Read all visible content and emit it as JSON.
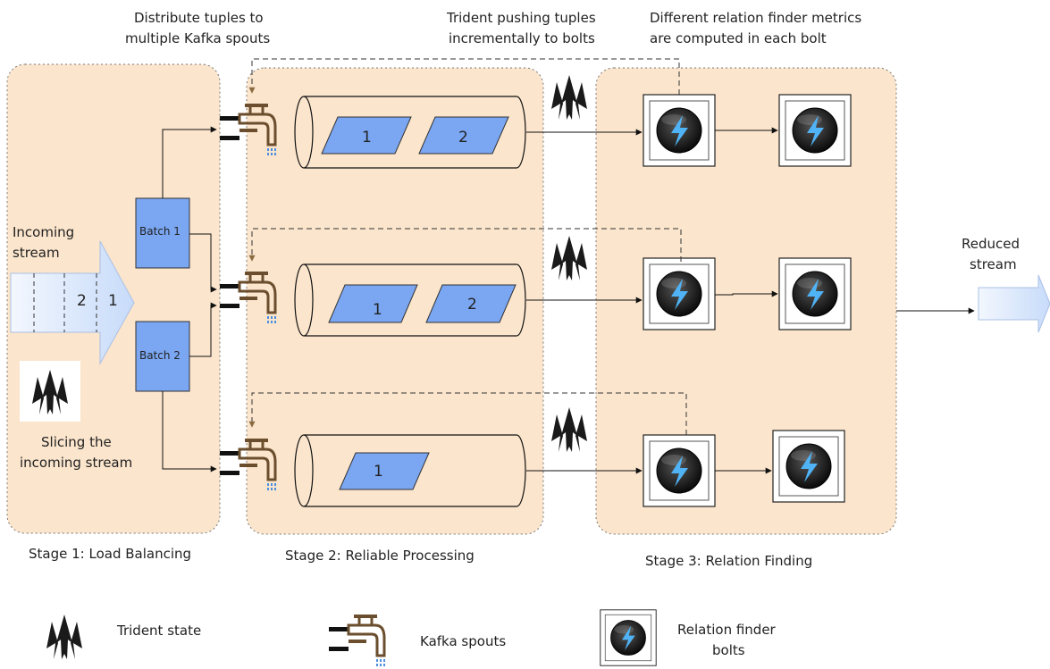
{
  "top_notes": {
    "distribute_line1": "Distribute tuples to",
    "distribute_line2": "multiple Kafka spouts",
    "trident_line1": "Trident pushing tuples",
    "trident_line2": "incrementally to bolts",
    "metrics_line1": "Different relation finder metrics",
    "metrics_line2": "are computed in each bolt"
  },
  "stage1": {
    "incoming_line1": "Incoming",
    "incoming_line2": "stream",
    "slice_2": "2",
    "slice_1": "1",
    "batch1": "Batch 1",
    "batch2": "Batch 2",
    "slicing_line1": "Slicing the",
    "slicing_line2": "incoming stream",
    "caption": "Stage 1: Load Balancing"
  },
  "stage2": {
    "row1": [
      "1",
      "2"
    ],
    "row2": [
      "1",
      "2"
    ],
    "row3": [
      "1"
    ],
    "caption": "Stage 2: Reliable Processing"
  },
  "stage3": {
    "caption": "Stage 3: Relation Finding"
  },
  "output": {
    "reduced_line1": "Reduced",
    "reduced_line2": "stream"
  },
  "legend": {
    "trident": "Trident state",
    "kafka": "Kafka spouts",
    "bolts_line1": "Relation finder",
    "bolts_line2": "bolts"
  },
  "colors": {
    "stage_fill": "#fbe5cc",
    "parallelogram": "#7aa6f2",
    "batch": "#7aa6f2",
    "stream_fill": "#dbe8fb",
    "bolt_icon": "#4fb3f6"
  }
}
